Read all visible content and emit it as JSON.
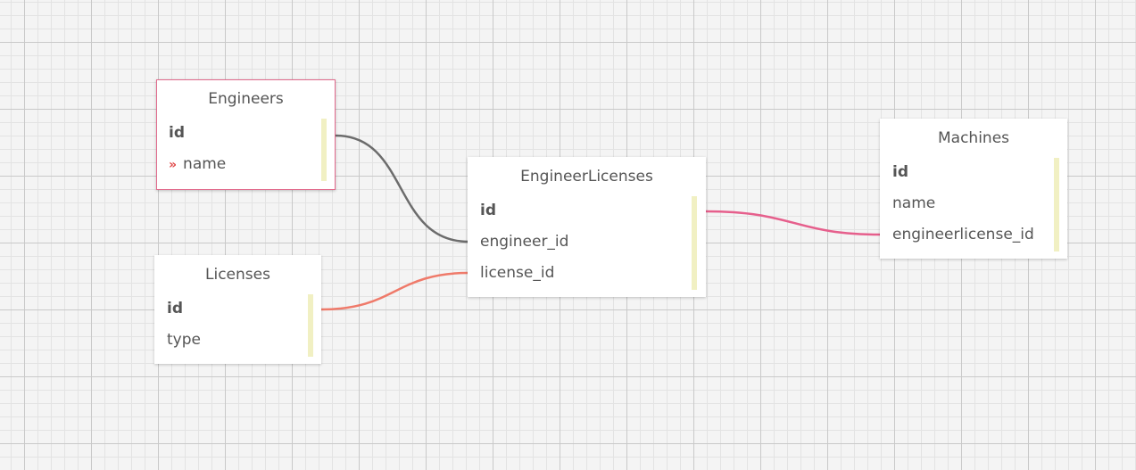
{
  "colors": {
    "engineers_link": "#6c6c6c",
    "licenses_link": "#ef7a6a",
    "machines_link": "#e65f8c",
    "selected_border": "#e16a8c"
  },
  "tables": {
    "engineers": {
      "title": "Engineers",
      "fields": [
        {
          "name": "id",
          "key": "primary"
        },
        {
          "name": "name",
          "marker": "»"
        }
      ]
    },
    "licenses": {
      "title": "Licenses",
      "fields": [
        {
          "name": "id",
          "key": "primary"
        },
        {
          "name": "type"
        }
      ]
    },
    "engineerlicenses": {
      "title": "EngineerLicenses",
      "fields": [
        {
          "name": "id",
          "key": "primary"
        },
        {
          "name": "engineer_id"
        },
        {
          "name": "license_id"
        }
      ]
    },
    "machines": {
      "title": "Machines",
      "fields": [
        {
          "name": "id",
          "key": "primary"
        },
        {
          "name": "name"
        },
        {
          "name": "engineerlicense_id"
        }
      ]
    }
  },
  "relationships": [
    {
      "from": "Engineers.id",
      "to": "EngineerLicenses.engineer_id",
      "color": "#6c6c6c"
    },
    {
      "from": "Licenses.id",
      "to": "EngineerLicenses.license_id",
      "color": "#ef7a6a"
    },
    {
      "from": "EngineerLicenses.id",
      "to": "Machines.engineerlicense_id",
      "color": "#e65f8c"
    }
  ]
}
